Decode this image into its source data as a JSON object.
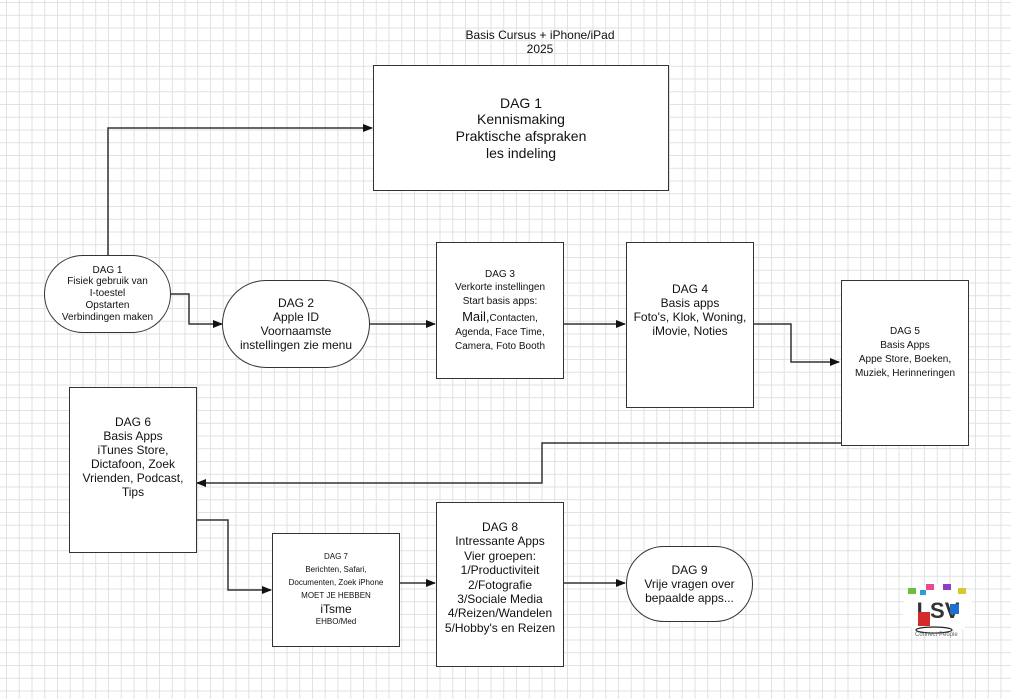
{
  "title": {
    "line1": "Basis Cursus + iPhone/iPad",
    "line2": "2025"
  },
  "nodes": {
    "dag1_box": {
      "lines": [
        "DAG 1",
        "Kennismaking",
        "Praktische afspraken",
        "les indeling"
      ]
    },
    "dag1_pill": {
      "lines": [
        "DAG 1",
        "Fisiek gebruik van",
        "I-toestel",
        "Opstarten",
        "Verbindingen maken"
      ]
    },
    "dag2": {
      "lines": [
        "DAG 2",
        "Apple ID",
        "Voornaamste",
        "instellingen zie menu"
      ]
    },
    "dag3": {
      "lines": [
        "DAG 3",
        "Verkorte instellingen",
        "Start basis apps:",
        "Contacten,",
        "Agenda, Face Time,",
        "Camera, Foto Booth"
      ],
      "mail_prefix": "Mail,"
    },
    "dag4": {
      "lines": [
        "DAG 4",
        "Basis apps",
        "Foto's, Klok, Woning,",
        "iMovie, Noties"
      ]
    },
    "dag5": {
      "lines": [
        "DAG 5",
        "Basis Apps",
        "Appe Store, Boeken,",
        "Muziek, Herinneringen"
      ]
    },
    "dag6": {
      "lines": [
        "DAG 6",
        "Basis Apps",
        "iTunes Store,",
        "Dictafoon, Zoek",
        "Vrienden, Podcast,",
        "Tips"
      ]
    },
    "dag7": {
      "lines": [
        "DAG 7",
        "Berichten, Safari,",
        "Documenten, Zoek iPhone",
        "MOET JE HEBBEN",
        "iTsme",
        "EHBO/Med"
      ]
    },
    "dag8": {
      "lines": [
        "DAG 8",
        "Intressante Apps",
        "Vier groepen:",
        "1/Productiviteit",
        "2/Fotografie",
        "3/Sociale Media",
        "4/Reizen/Wandelen",
        "5/Hobby's en Reizen"
      ]
    },
    "dag9": {
      "lines": [
        "DAG 9",
        "Vrije vragen over",
        "bepaalde apps..."
      ]
    }
  },
  "logo": {
    "text": "LSV",
    "caption": "Connect People"
  },
  "colors": {
    "line": "#333333",
    "grid": "#e1e1e1",
    "border": "#333333"
  }
}
